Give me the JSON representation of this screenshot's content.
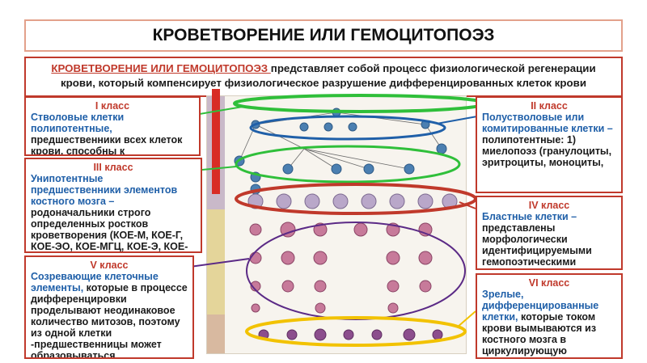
{
  "title": "КРОВЕТВОРЕНИЕ ИЛИ ГЕМОЦИТОПОЭЗ",
  "intro": {
    "highlight": "КРОВЕТВОРЕНИЕ ИЛИ ГЕМОЦИТОПОЭЗ ",
    "text": "представляет собой процесс физиологической регенерации крови, который компенсирует физиологическое разрушение дифференцированных клеток крови"
  },
  "class1": {
    "label": "I класс",
    "blue": "Стволовые клетки полипотентные,",
    "text": "предшественники всех клеток крови, способны к самостоятельному"
  },
  "class2": {
    "label": "II класс",
    "blue": "Полустволовые или комитированные клетки –",
    "text": "полипотентные: 1) миелопоэз (гранулоциты, эритроциты, моноциты,"
  },
  "class3": {
    "label": "III класс",
    "blue": "Унипотентные предшественники элементов костного мозга –",
    "text": "родоначальники строго определенных ростков кроветворения (КОЕ-М, КОЕ-Г, КОЕ-ЭО, КОЕ-МГЦ, КОЕ-Э, КОЕ-Б, клетки"
  },
  "class4": {
    "label": "IV класс",
    "blue": "Бластные клетки –",
    "text": "представлены морфологически идентифицируемыми гемопоэтическими клетками"
  },
  "class5": {
    "label": "V класс",
    "blue": "Созревающие клеточные элементы,",
    "text": "которые в процессе дифференцировки проделывают неодинаковое количество митозов, поэтому из одной клетки -предшественницы может образовываться"
  },
  "class6": {
    "label": "VI класс",
    "blue": "Зрелые, дифференцированные клетки,",
    "text": "которые током крови вымываются из костного мозга в циркулирующую"
  },
  "colors": {
    "red": "#c0392b",
    "blue": "#1f5fa8",
    "green": "#2fbf3a",
    "purple": "#5b2a86",
    "yellow": "#f2c200"
  }
}
